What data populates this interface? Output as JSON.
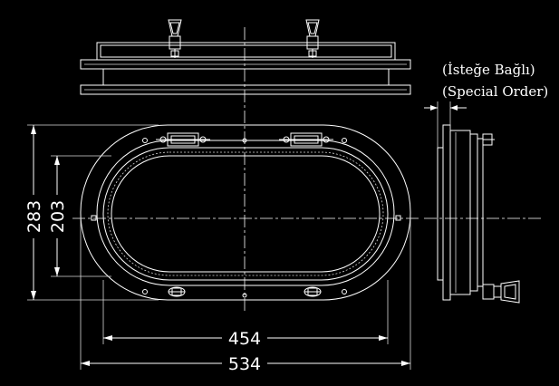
{
  "annotation": {
    "optional_tr": "(İsteğe Bağlı)",
    "special_order": "(Special Order)"
  },
  "dimensions": {
    "inner_width": "454",
    "outer_width": "534",
    "outer_height": "283",
    "inner_height": "203"
  },
  "colors": {
    "background": "#000000",
    "line": "#ffffff"
  }
}
